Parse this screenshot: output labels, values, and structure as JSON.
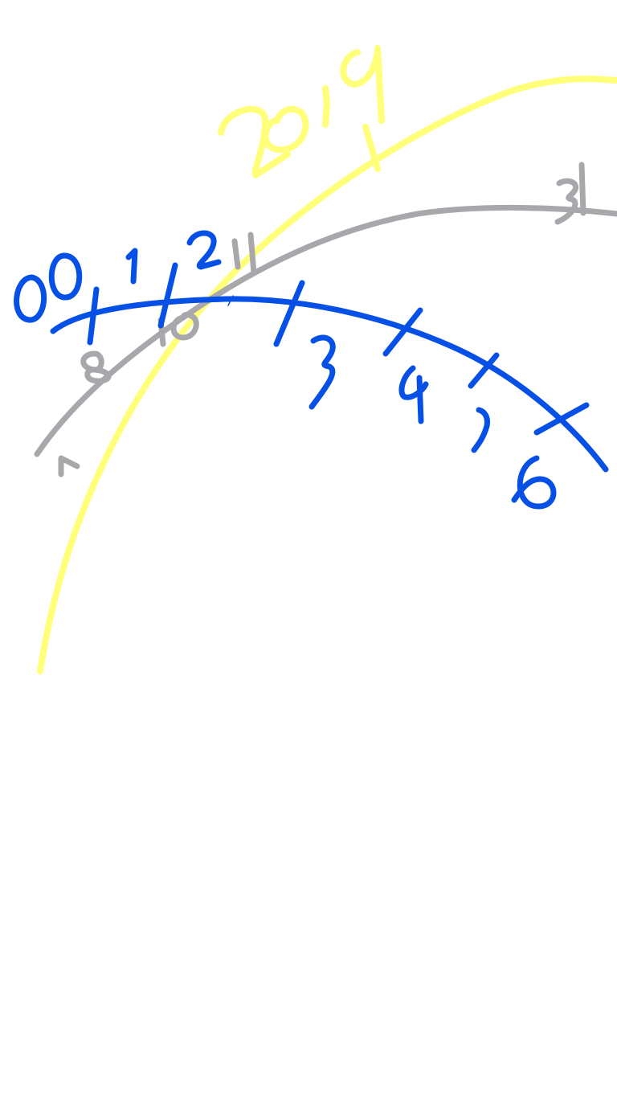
{
  "sketch": {
    "yellow_label": "2019",
    "gray_labels": [
      "1",
      "8",
      "10",
      "11",
      "3"
    ],
    "blue_labels": [
      "00",
      "1",
      "2",
      "3",
      "4",
      "5",
      "6"
    ]
  },
  "colors": {
    "background": "#ffffff",
    "yellow_ink": "#ffff7a",
    "gray_ink": "#a8a8ac",
    "blue_ink": "#0650e6"
  }
}
